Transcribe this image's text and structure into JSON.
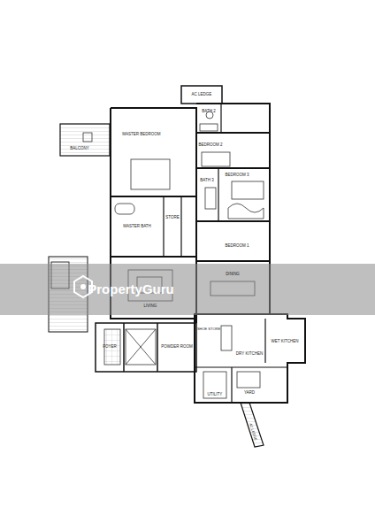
{
  "diagram": {
    "labels": [
      "AC LEDGE",
      "BATH 2",
      "BEDROOM 2",
      "BALCONY",
      "MASTER BEDROOM",
      "BEDROOM 3",
      "BATH 3",
      "BEDROOM 1",
      "MASTER BATH",
      "STORE",
      "LIVING",
      "DINING",
      "FOYER",
      "POWDER ROOM",
      "SHOE STORE",
      "DRY KITCHEN",
      "WET KITCHEN",
      "UTILITY",
      "YARD",
      "AC LEDGE",
      "PropertyGuru"
    ]
  }
}
